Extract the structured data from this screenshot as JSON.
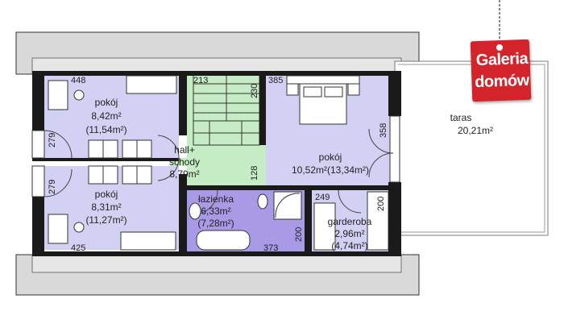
{
  "rooms": {
    "bedroom_upper": {
      "label": "pokój",
      "area": "8,42m²",
      "area_gross": "(11,54m²)"
    },
    "bedroom_lower": {
      "label": "pokój",
      "area": "8,31m²",
      "area_gross": "(11,27m²)"
    },
    "hall": {
      "label_line1": "hall+",
      "label_line2": "schody",
      "area": "8,79m²"
    },
    "bedroom_right": {
      "label": "pokój",
      "area": "10,52m²(13,34m²)"
    },
    "bathroom": {
      "label": "łazienka",
      "area": "6,33m²",
      "area_gross": "(7,28m²)"
    },
    "wardrobe": {
      "label": "garderoba",
      "area": "2,96m²",
      "area_gross": "(4,74m²)"
    },
    "terrace": {
      "label": "taras",
      "area": "20,21m²"
    }
  },
  "dimensions": {
    "d448": "448",
    "d213": "213",
    "d230": "230",
    "d385": "385",
    "d358": "358",
    "d279a": "279",
    "d279b": "279",
    "d128": "128",
    "d249": "249",
    "d200a": "200",
    "d200b": "200",
    "d425": "425",
    "d373": "373"
  },
  "brand": {
    "line1": "Galeria",
    "line2": "domów"
  },
  "colors": {
    "bedrooms": "#d3d1f3",
    "hall": "#c6ecc5",
    "bathroom": "#a99ae6",
    "roof": "#d9d9d9",
    "walls": "#1a1a1a",
    "brand_red": "#d3232b"
  }
}
